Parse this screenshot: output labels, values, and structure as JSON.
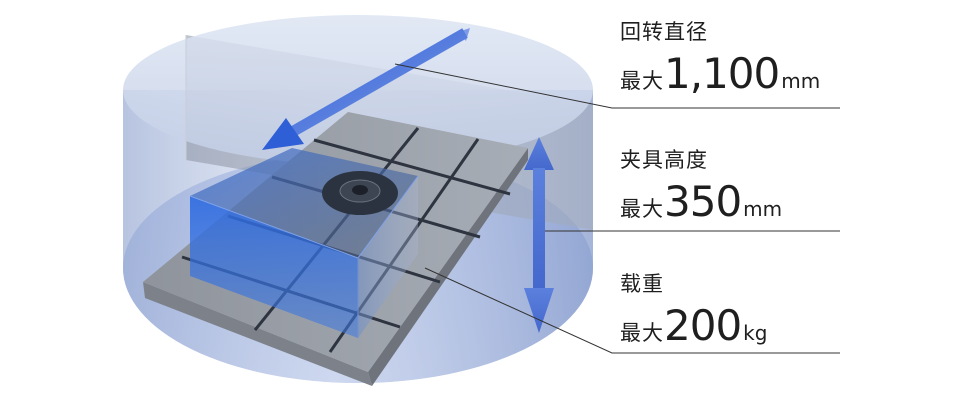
{
  "specs": {
    "diameter": {
      "title": "回转直径",
      "prefix": "最大",
      "number": "1,100",
      "unit": "mm"
    },
    "height": {
      "title": "夹具高度",
      "prefix": "最大",
      "number": "350",
      "unit": "mm"
    },
    "load": {
      "title": "载重",
      "prefix": "最大",
      "number": "200",
      "unit": "kg"
    }
  },
  "colors": {
    "cylinder_fill": "#aebcdc",
    "table_top": "#8a9099",
    "grid_slot": "#2e3440",
    "workpiece_blue": "#1f5fd0",
    "arrow_blue": "#4a73d8",
    "leader_line": "#333333"
  }
}
